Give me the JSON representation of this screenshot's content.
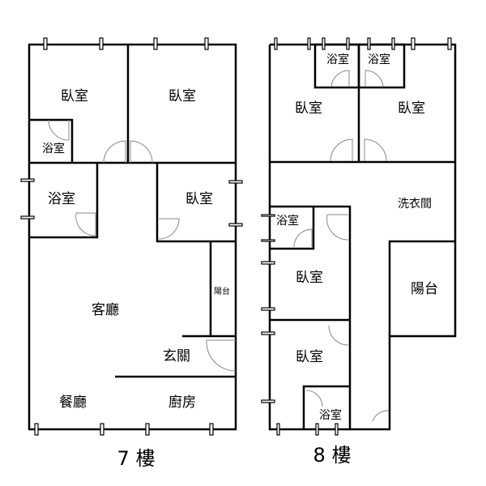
{
  "floor7": {
    "title": "7 樓",
    "rooms": [
      "臥室",
      "臥室",
      "浴室",
      "浴室",
      "臥室",
      "陽台",
      "客廳",
      "玄關",
      "餐廳",
      "廚房"
    ]
  },
  "floor8": {
    "title": "8 樓",
    "rooms": [
      "浴室",
      "浴室",
      "臥室",
      "臥室",
      "洗衣間",
      "浴室",
      "臥室",
      "陽台",
      "臥室",
      "浴室"
    ]
  }
}
